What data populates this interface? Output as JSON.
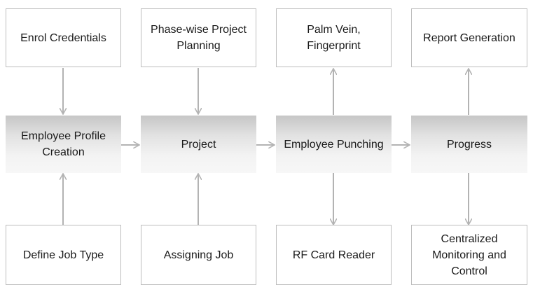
{
  "colors": {
    "arrow": "#b3b3b3",
    "box_border": "#bdbdbd",
    "core_gradient_top": "#c6c6c6",
    "core_gradient_bottom": "#f7f7f7",
    "text": "#1a1a1a"
  },
  "diagram": {
    "top_row": [
      {
        "label": "Enrol Credentials"
      },
      {
        "label": "Phase-wise Project\nPlanning"
      },
      {
        "label": "Palm Vein,\nFingerprint"
      },
      {
        "label": "Report Generation"
      }
    ],
    "middle_row": [
      {
        "label": "Employee Profile\nCreation"
      },
      {
        "label": "Project"
      },
      {
        "label": "Employee Punching"
      },
      {
        "label": "Progress"
      }
    ],
    "bottom_row": [
      {
        "label": "Define Job Type"
      },
      {
        "label": "Assigning Job"
      },
      {
        "label": "RF Card Reader"
      },
      {
        "label": "Centralized\nMonitoring and\nControl"
      }
    ]
  }
}
